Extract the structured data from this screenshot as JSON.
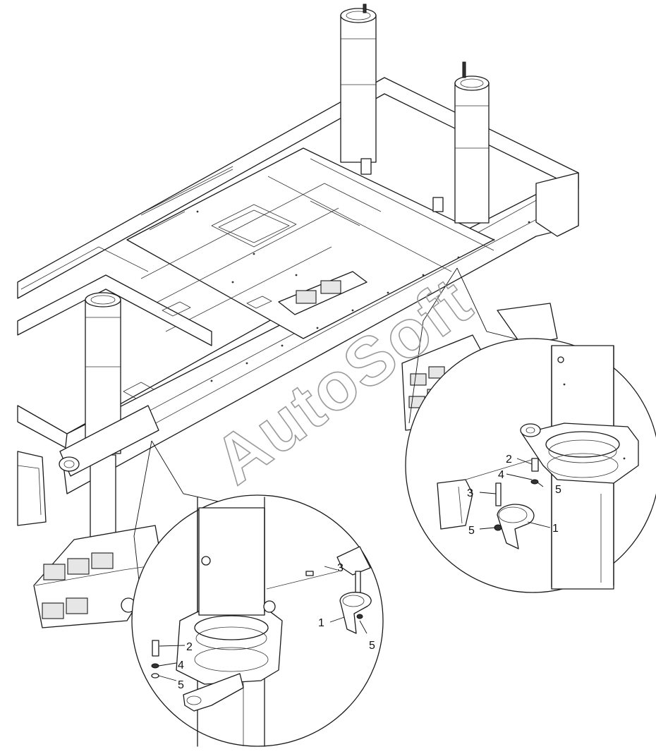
{
  "watermark": "AutoSoft",
  "detail_views": [
    {
      "id": "detail-right",
      "callouts": [
        {
          "number": "1"
        },
        {
          "number": "2"
        },
        {
          "number": "3"
        },
        {
          "number": "4"
        },
        {
          "number": "5"
        },
        {
          "number": "5"
        }
      ]
    },
    {
      "id": "detail-left",
      "callouts": [
        {
          "number": "1"
        },
        {
          "number": "2"
        },
        {
          "number": "3"
        },
        {
          "number": "4"
        },
        {
          "number": "5"
        },
        {
          "number": "5"
        }
      ]
    }
  ],
  "colors": {
    "line": "#1a1a1a",
    "watermark": "#9a9a9a",
    "background": "#ffffff"
  }
}
